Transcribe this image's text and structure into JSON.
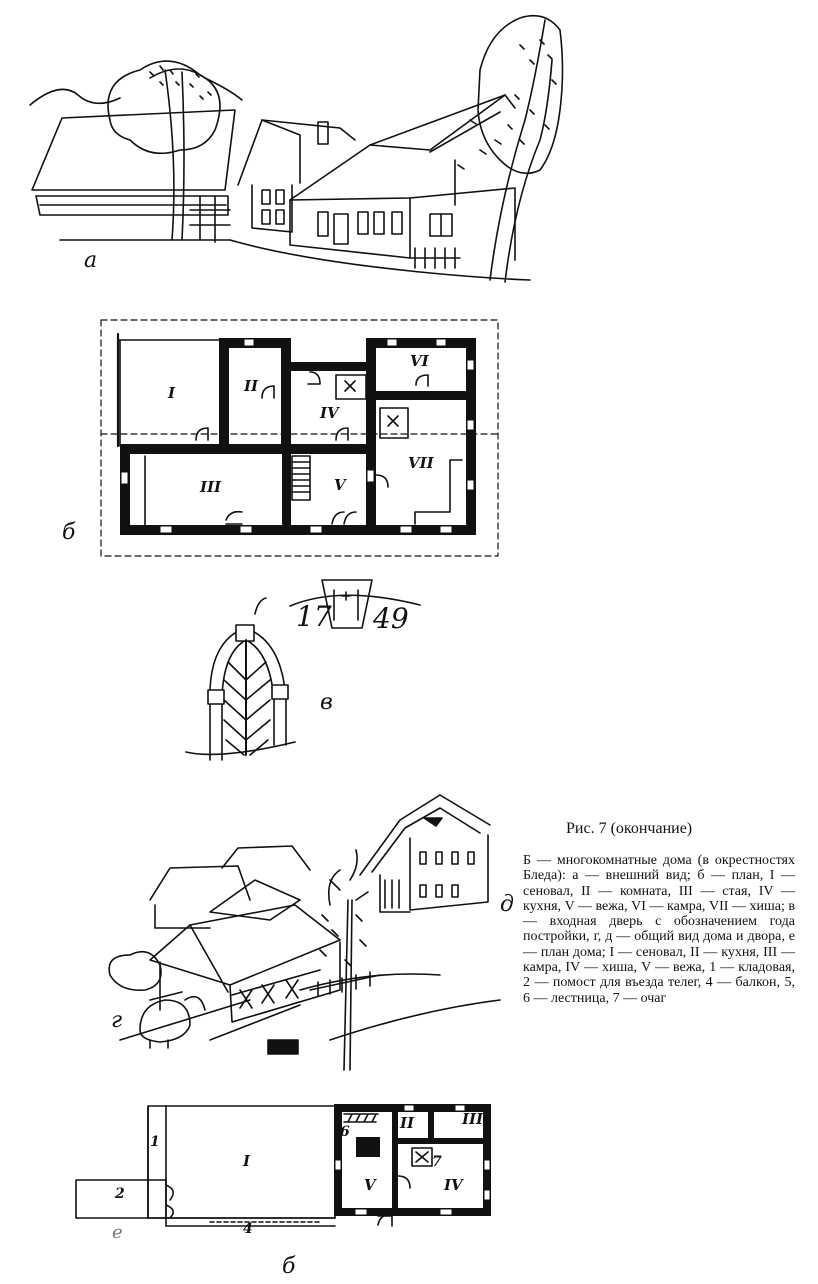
{
  "figure": {
    "title": "Рис. 7 (окончание)",
    "caption": "Б — многокомнатные дома (в окрестностях Бледа): а — внешний вид; б — план, I — сеновал, II — комната, III — стая, IV — кухня, V — вежа, VI — камра, VII — хиша; в — входная дверь с обозначением года постройки, г, д — общий вид дома и двора, е — план дома; I — сеновал, II — кухня, III — камра, IV — хиша, V — вежа, 1 — кладовая, 2 — помост для въезда телег, 4 — балкон, 5, 6 — лестница, 7 — очаг"
  },
  "panel_labels": {
    "a": "а",
    "b": "б",
    "v": "в",
    "g": "г",
    "d": "д",
    "e": "е",
    "b2": "б"
  },
  "plan_b_rooms": [
    "I",
    "II",
    "III",
    "IV",
    "V",
    "VI",
    "VII"
  ],
  "plan_e_rooms": [
    "I",
    "II",
    "III",
    "IV",
    "V"
  ],
  "plan_e_numbers": [
    "1",
    "2",
    "4",
    "6",
    "7"
  ],
  "door_year": {
    "left": "17",
    "right": "49"
  }
}
